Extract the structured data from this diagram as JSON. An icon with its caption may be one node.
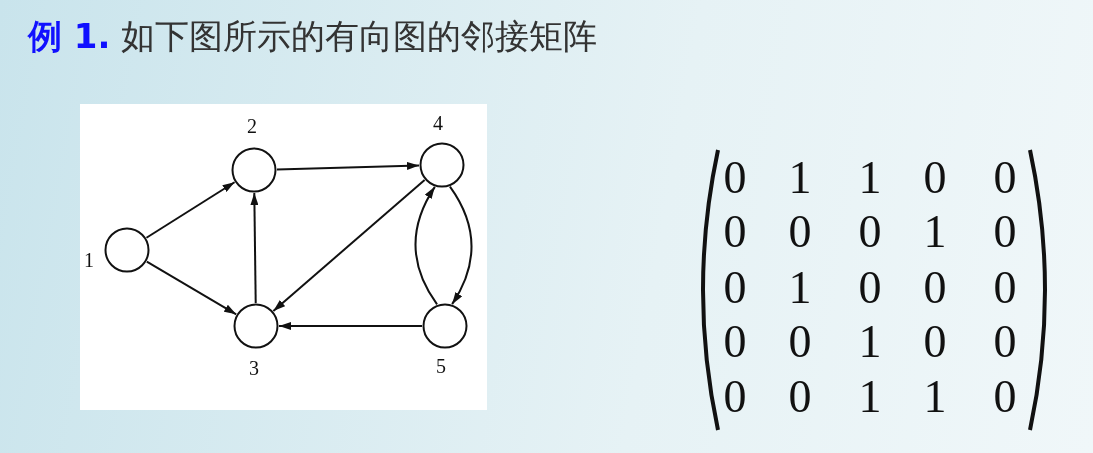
{
  "diagram": {
    "title": "**例 1.** 如下图所示的有向图的邻接矩阵",
    "nodes": [
      {
        "text": [
          "1"
        ]
      },
      {
        "text": [
          "2"
        ]
      },
      {
        "text": [
          "3"
        ]
      },
      {
        "text": [
          "4"
        ]
      },
      {
        "text": [
          "5"
        ]
      }
    ],
    "edges": [
      {
        "from": 0,
        "to": 1,
        "arrow": "to"
      },
      {
        "from": 0,
        "to": 2,
        "arrow": "to"
      },
      {
        "from": 1,
        "to": 3,
        "arrow": "to"
      },
      {
        "from": 2,
        "to": 1,
        "arrow": "to"
      },
      {
        "from": 3,
        "to": 2,
        "arrow": "to"
      },
      {
        "from": 3,
        "to": 4,
        "arrow": "to"
      },
      {
        "from": 4,
        "to": 3,
        "arrow": "to"
      },
      {
        "from": 4,
        "to": 2,
        "arrow": "to"
      }
    ],
    "labels": [
      "0",
      "1",
      "1",
      "0",
      "0",
      "0",
      "0",
      "0",
      "1",
      "0",
      "0",
      "1",
      "0",
      "0",
      "0",
      "0",
      "0",
      "1",
      "0",
      "0",
      "0",
      "0",
      "1",
      "1",
      "0"
    ]
  }
}
